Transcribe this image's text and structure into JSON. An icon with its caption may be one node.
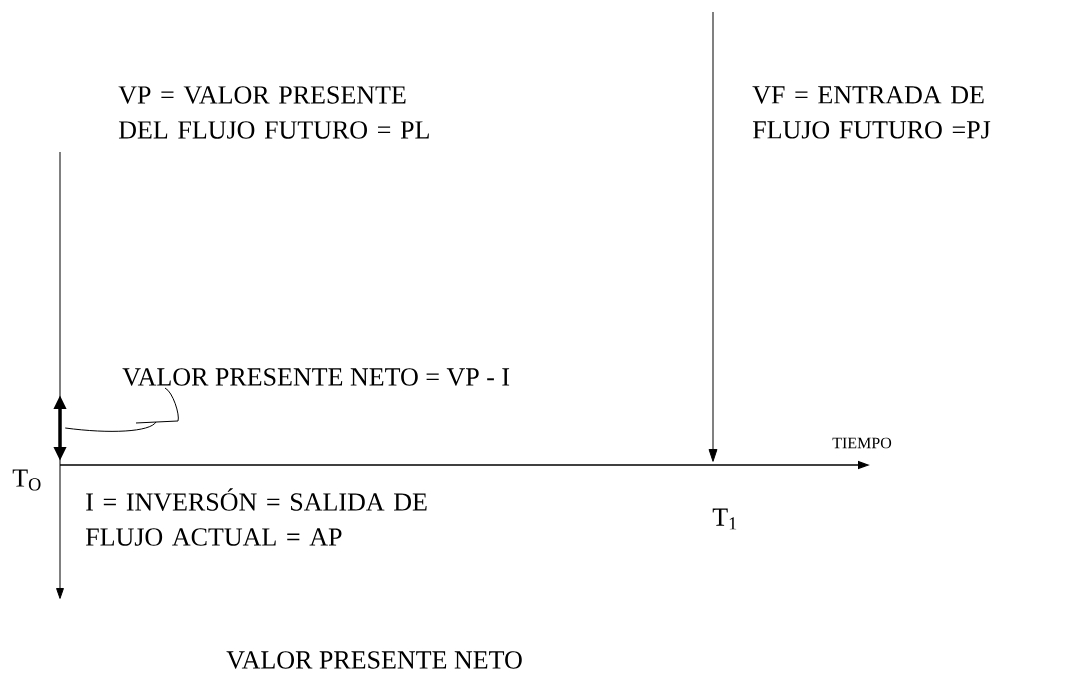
{
  "diagram": {
    "nodes": [
      {
        "text": [
          "VALOR PRESENTE NETO = VP - I"
        ]
      },
      {
        "text": [],
        "shape": "arrow"
      }
    ],
    "edges": [
      {
        "from": 0,
        "to": 1,
        "arrow": "none"
      }
    ],
    "labels": [
      "VP = VALOR PRESENTE DEL FLUJO FUTURO = PL",
      "VF = ENTRADA DE FLUJO FUTURO =PJ",
      "TIEMPO",
      "T$_{O}$",
      "I = INVERSÓN = SALIDA DE FLUJO ACTUAL = AP",
      "T$_{1}$",
      "VALOR PRESENTE NETO"
    ]
  }
}
